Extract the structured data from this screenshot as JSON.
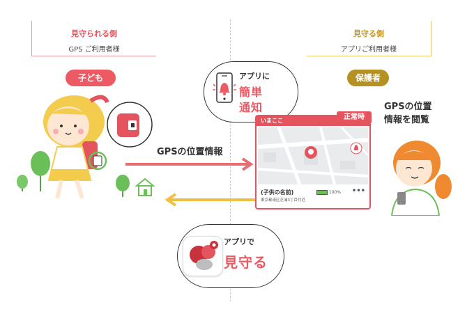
{
  "left_header": {
    "title": "見守られる側",
    "subtitle": "GPS ご利用者様"
  },
  "right_header": {
    "title": "見守る側",
    "subtitle": "アプリご利用者様"
  },
  "child_label": "子ども",
  "guardian_label": "保護者",
  "notify_bubble": {
    "label": "アプリに",
    "line1": "簡単",
    "line2": "通知"
  },
  "gps_flow_label": "GPSの位置情報",
  "guardian_caption": {
    "line1": "GPSの位置",
    "line2": "情報を閲覧"
  },
  "app_screen": {
    "header": "いまここ",
    "status_tag": "正常時",
    "child_name": "(子供の名前)",
    "address": "東京都港区芝浦3丁目付近",
    "battery": "100%",
    "more": "•••"
  },
  "watch_bubble": {
    "label": "アプリで",
    "big": "見守る"
  },
  "colors": {
    "accent_red": "#ec5a64",
    "accent_gold": "#e9b533",
    "arrow_red": "#ea6c73",
    "arrow_gold": "#f0c040"
  },
  "icons": [
    "phone-bell-icon",
    "gps-device-icon",
    "app-logo-icon",
    "house-icon",
    "tree-icon",
    "location-pin-icon",
    "bell-icon"
  ]
}
